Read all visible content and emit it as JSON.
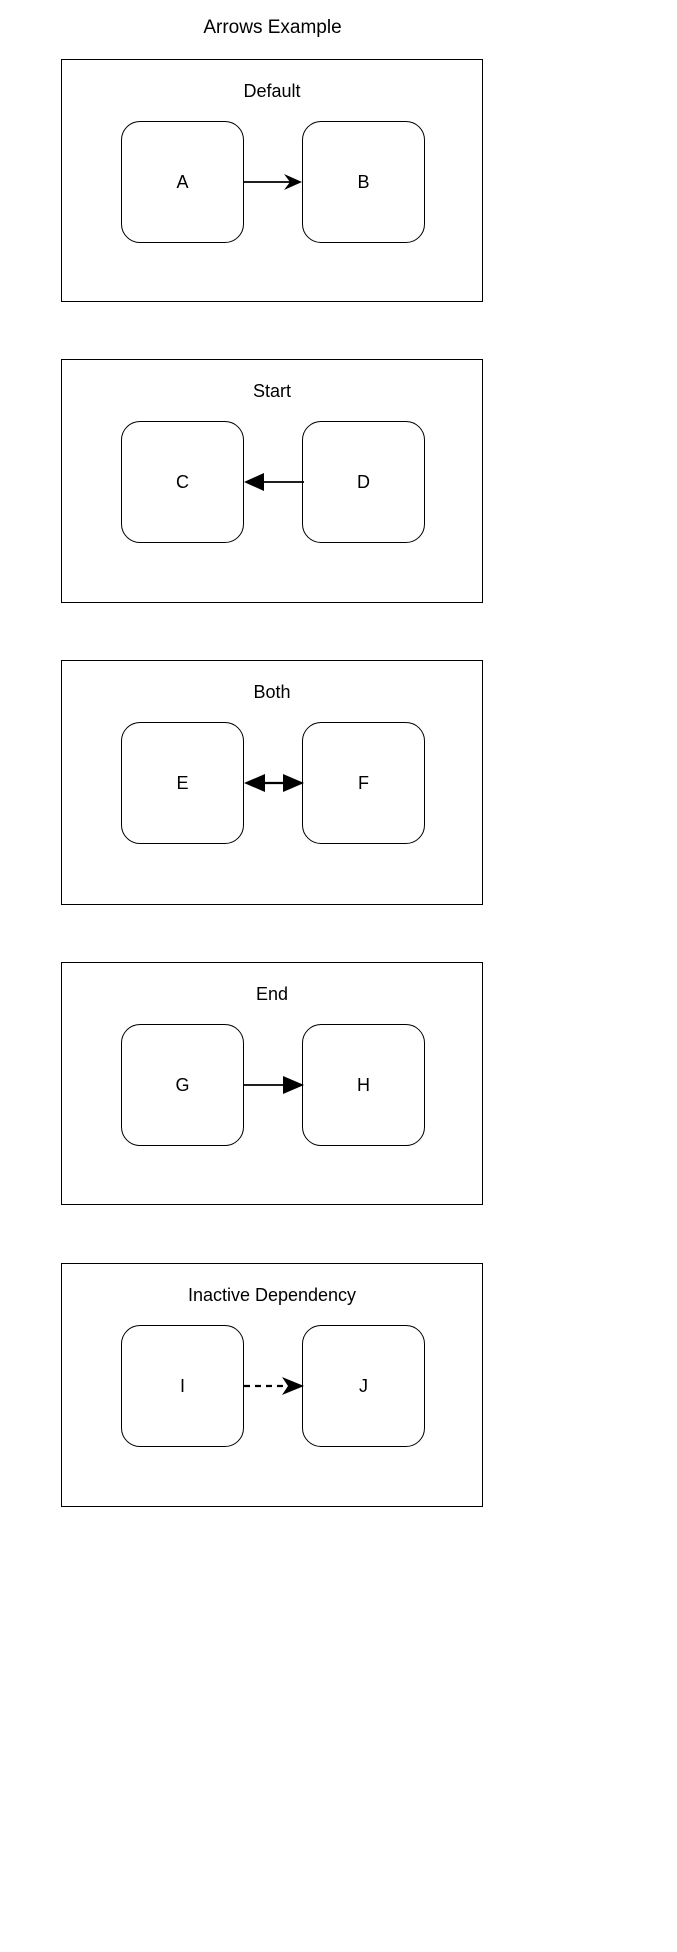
{
  "page": {
    "title": "Arrows Example",
    "background": "#ffffff",
    "stroke_color": "#000000"
  },
  "sections": [
    {
      "id": "default",
      "title": "Default",
      "nodes": [
        {
          "label": "A",
          "side": "left"
        },
        {
          "label": "B",
          "side": "right"
        }
      ],
      "edge": {
        "style": "solid",
        "arrow_start": false,
        "arrow_end": true,
        "direction": "left-to-right",
        "arrowhead": "open-barb"
      }
    },
    {
      "id": "start",
      "title": "Start",
      "nodes": [
        {
          "label": "C",
          "side": "left"
        },
        {
          "label": "D",
          "side": "right"
        }
      ],
      "edge": {
        "style": "solid",
        "arrow_start": true,
        "arrow_end": false,
        "direction": "right-to-left",
        "arrowhead": "filled-triangle"
      }
    },
    {
      "id": "both",
      "title": "Both",
      "nodes": [
        {
          "label": "E",
          "side": "left"
        },
        {
          "label": "F",
          "side": "right"
        }
      ],
      "edge": {
        "style": "solid",
        "arrow_start": true,
        "arrow_end": true,
        "direction": "bidirectional",
        "arrowhead": "filled-triangle"
      }
    },
    {
      "id": "end",
      "title": "End",
      "nodes": [
        {
          "label": "G",
          "side": "left"
        },
        {
          "label": "H",
          "side": "right"
        }
      ],
      "edge": {
        "style": "solid",
        "arrow_start": false,
        "arrow_end": true,
        "direction": "left-to-right",
        "arrowhead": "filled-triangle"
      }
    },
    {
      "id": "inactive",
      "title": "Inactive Dependency",
      "nodes": [
        {
          "label": "I",
          "side": "left"
        },
        {
          "label": "J",
          "side": "right"
        }
      ],
      "edge": {
        "style": "dashed",
        "arrow_start": false,
        "arrow_end": true,
        "direction": "left-to-right",
        "arrowhead": "filled-triangle"
      }
    }
  ]
}
